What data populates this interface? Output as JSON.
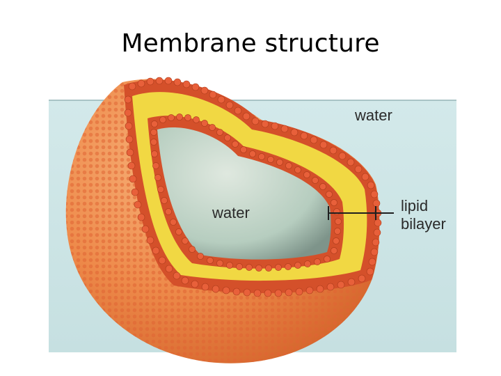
{
  "slide": {
    "title": "Membrane structure"
  },
  "diagram": {
    "labels": {
      "water_outer": "water",
      "water_inner": "water",
      "lipid_line1": "lipid",
      "lipid_line2": "bilayer"
    },
    "colors": {
      "water_background": "#cfe6e7",
      "head_orange": "#e2512a",
      "head_dark": "#b83a18",
      "tail_yellow": "#f2dc4a",
      "outer_surface": "#ee8a4a",
      "interior_water": "#b9cfc4"
    }
  }
}
